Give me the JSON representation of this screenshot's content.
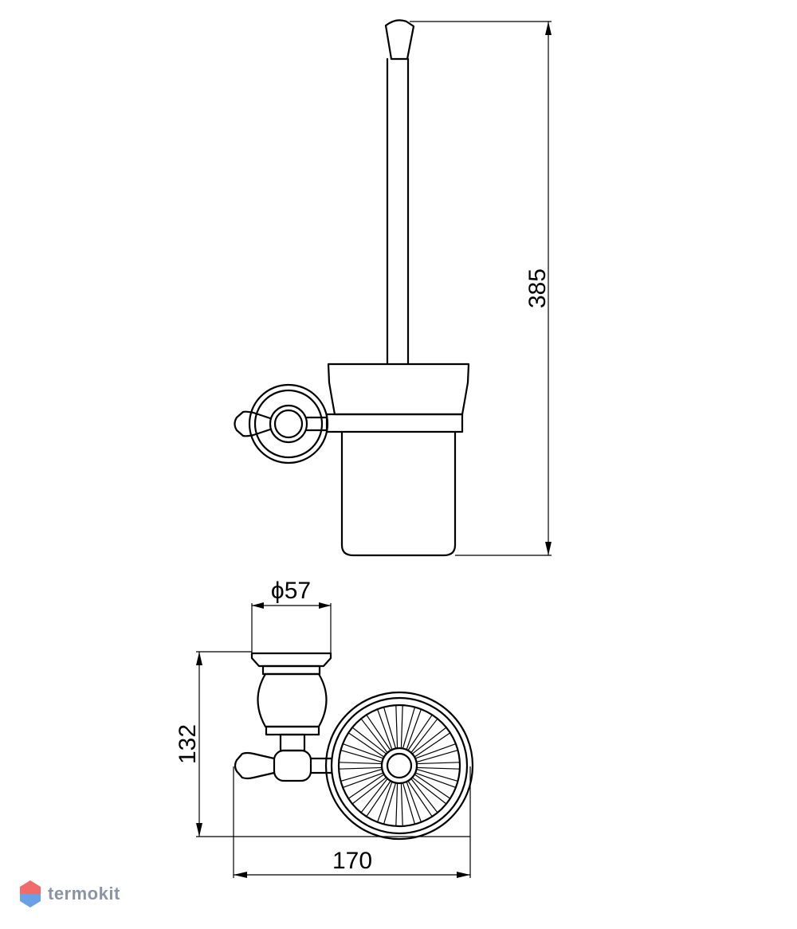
{
  "dimensions": {
    "height": "385",
    "diameter": "ϕ57",
    "depth": "132",
    "width": "170"
  },
  "brand": {
    "name": "termokit",
    "icon": "hexagon-logo-icon",
    "colors": {
      "top": "#f26b6b",
      "bottom": "#6aa0e6",
      "text": "#8c93a3"
    }
  }
}
